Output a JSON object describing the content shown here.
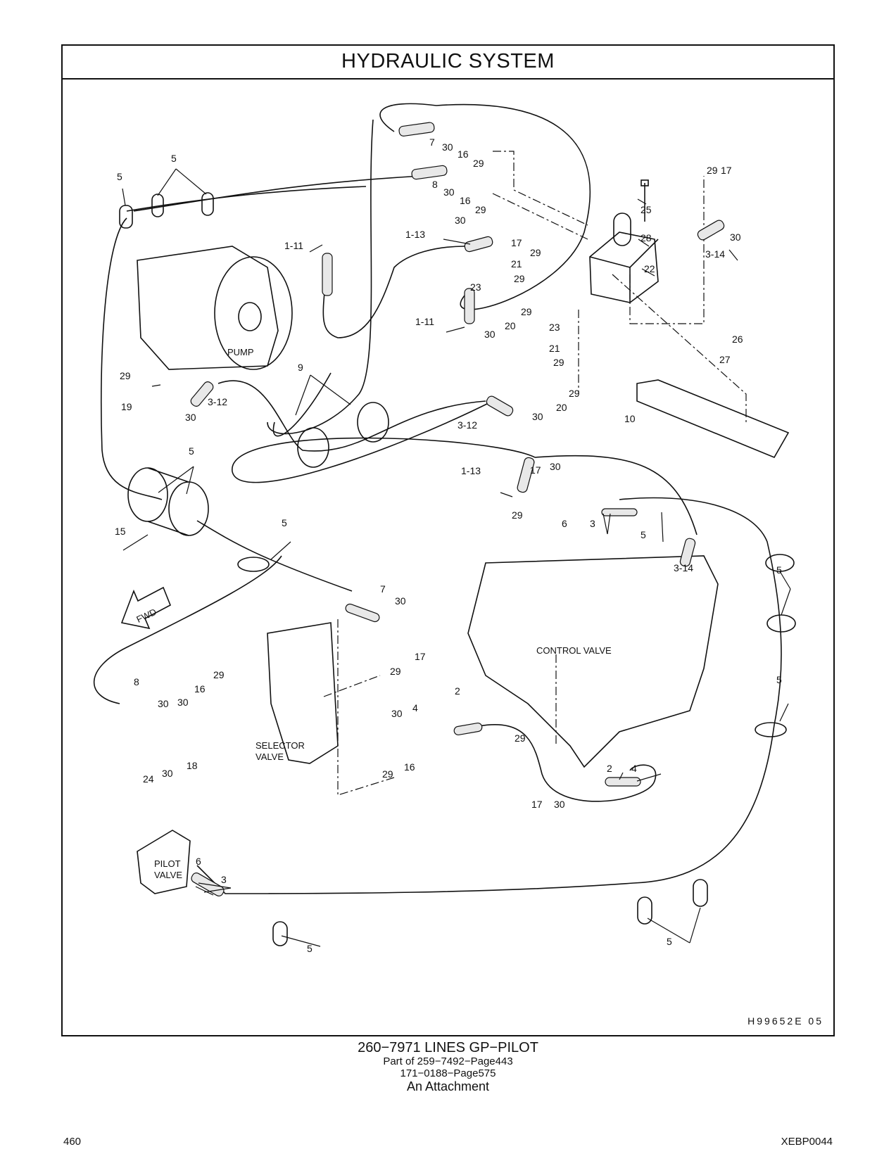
{
  "title": "HYDRAULIC   SYSTEM",
  "drawing_ref": "H99652E   05",
  "caption": {
    "main": "260−7971   LINES  GP−PILOT",
    "line1": "Part of 259−7492−Page443",
    "line2": "171−0188−Page575",
    "line3": "An Attachment"
  },
  "page_number": "460",
  "doc_id": "XEBP0044",
  "components": {
    "pump": "PUMP",
    "control_valve": "CONTROL  VALVE",
    "selector_valve_1": "SELECTOR",
    "selector_valve_2": "VALVE",
    "pilot_valve_1": "PILOT",
    "pilot_valve_2": "VALVE",
    "fwd": "FWD"
  },
  "callouts": [
    {
      "id": "c1",
      "text": "5"
    },
    {
      "id": "c2",
      "text": "5"
    },
    {
      "id": "c3",
      "text": "7"
    },
    {
      "id": "c4",
      "text": "30"
    },
    {
      "id": "c5",
      "text": "16"
    },
    {
      "id": "c6",
      "text": "29"
    },
    {
      "id": "c7",
      "text": "8"
    },
    {
      "id": "c8",
      "text": "30"
    },
    {
      "id": "c9",
      "text": "16"
    },
    {
      "id": "c10",
      "text": "29"
    },
    {
      "id": "c11",
      "text": "29"
    },
    {
      "id": "c12",
      "text": "17"
    },
    {
      "id": "c13",
      "text": "25"
    },
    {
      "id": "c14",
      "text": "28"
    },
    {
      "id": "c15",
      "text": "30"
    },
    {
      "id": "c16",
      "text": "3-14"
    },
    {
      "id": "c17",
      "text": "30"
    },
    {
      "id": "c18",
      "text": "1-13"
    },
    {
      "id": "c19",
      "text": "17"
    },
    {
      "id": "c20",
      "text": "29"
    },
    {
      "id": "c21",
      "text": "22"
    },
    {
      "id": "c22",
      "text": "1-11"
    },
    {
      "id": "c23",
      "text": "21"
    },
    {
      "id": "c24",
      "text": "29"
    },
    {
      "id": "c25",
      "text": "23"
    },
    {
      "id": "c26",
      "text": "29"
    },
    {
      "id": "c27",
      "text": "1-11"
    },
    {
      "id": "c28",
      "text": "20"
    },
    {
      "id": "c29",
      "text": "30"
    },
    {
      "id": "c30",
      "text": "23"
    },
    {
      "id": "c31",
      "text": "21"
    },
    {
      "id": "c32",
      "text": "29"
    },
    {
      "id": "c33",
      "text": "29"
    },
    {
      "id": "c34",
      "text": "20"
    },
    {
      "id": "c35",
      "text": "30"
    },
    {
      "id": "c36",
      "text": "26"
    },
    {
      "id": "c37",
      "text": "27"
    },
    {
      "id": "c38",
      "text": "10"
    },
    {
      "id": "c39",
      "text": "29"
    },
    {
      "id": "c40",
      "text": "19"
    },
    {
      "id": "c41",
      "text": "3-12"
    },
    {
      "id": "c42",
      "text": "30"
    },
    {
      "id": "c43",
      "text": "9"
    },
    {
      "id": "c44",
      "text": "3-12"
    },
    {
      "id": "c45",
      "text": "5"
    },
    {
      "id": "c46",
      "text": "15"
    },
    {
      "id": "c47",
      "text": "5"
    },
    {
      "id": "c48",
      "text": "1-13"
    },
    {
      "id": "c49",
      "text": "17"
    },
    {
      "id": "c50",
      "text": "30"
    },
    {
      "id": "c51",
      "text": "29"
    },
    {
      "id": "c52",
      "text": "6"
    },
    {
      "id": "c53",
      "text": "3"
    },
    {
      "id": "c54",
      "text": "5"
    },
    {
      "id": "c55",
      "text": "3-14"
    },
    {
      "id": "c56",
      "text": "5"
    },
    {
      "id": "c57",
      "text": "7"
    },
    {
      "id": "c58",
      "text": "30"
    },
    {
      "id": "c59",
      "text": "17"
    },
    {
      "id": "c60",
      "text": "29"
    },
    {
      "id": "c61",
      "text": "5"
    },
    {
      "id": "c62",
      "text": "8"
    },
    {
      "id": "c63",
      "text": "29"
    },
    {
      "id": "c64",
      "text": "16"
    },
    {
      "id": "c65",
      "text": "30"
    },
    {
      "id": "c66",
      "text": "30"
    },
    {
      "id": "c67",
      "text": "18"
    },
    {
      "id": "c68",
      "text": "30"
    },
    {
      "id": "c69",
      "text": "24"
    },
    {
      "id": "c70",
      "text": "30"
    },
    {
      "id": "c71",
      "text": "4"
    },
    {
      "id": "c72",
      "text": "2"
    },
    {
      "id": "c73",
      "text": "29"
    },
    {
      "id": "c74",
      "text": "16"
    },
    {
      "id": "c75",
      "text": "29"
    },
    {
      "id": "c76",
      "text": "2"
    },
    {
      "id": "c77",
      "text": "4"
    },
    {
      "id": "c78",
      "text": "17"
    },
    {
      "id": "c79",
      "text": "30"
    },
    {
      "id": "c80",
      "text": "6"
    },
    {
      "id": "c81",
      "text": "3"
    },
    {
      "id": "c82",
      "text": "5"
    },
    {
      "id": "c83",
      "text": "5"
    }
  ]
}
